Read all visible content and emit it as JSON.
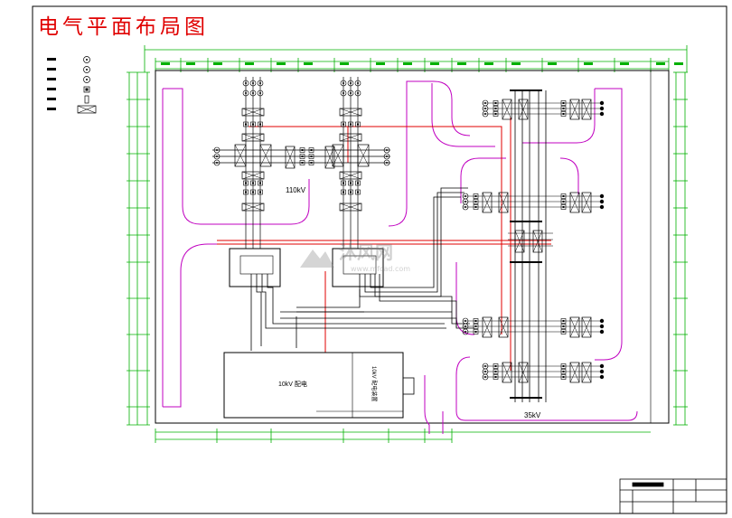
{
  "title": "电气平面布局图",
  "labels": {
    "kv110": "110kV",
    "kv35": "35kV",
    "kv10_room": "10kV 配电",
    "kv10_vertical": "10kV 配电装置",
    "watermark": "沐风网",
    "watermark_url": "www.mfcad.com"
  },
  "colors": {
    "frame": "#000000",
    "dimension": "#00b000",
    "cable_red": "#e00000",
    "road_magenta": "#c000c0",
    "title_red": "#e00000"
  },
  "legend": [
    {
      "icon": "circle-v-icon"
    },
    {
      "icon": "circle-a-icon"
    },
    {
      "icon": "circle-d-icon"
    },
    {
      "icon": "square-box-icon"
    },
    {
      "icon": "tall-rect-icon"
    },
    {
      "icon": "crossed-box-icon"
    }
  ]
}
